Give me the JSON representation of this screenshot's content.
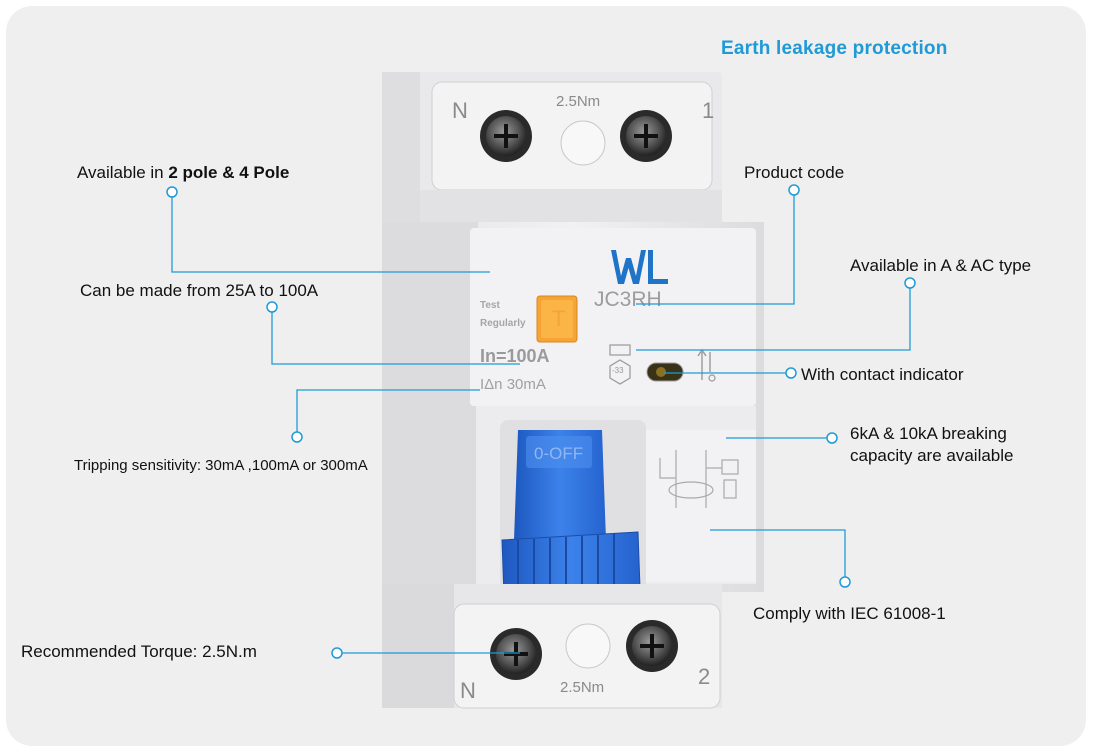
{
  "title": "Earth leakage protection",
  "callouts": {
    "poles_prefix": "Available in ",
    "poles_bold": "2 pole & 4 Pole",
    "current_range": "Can be made from  25A to 100A",
    "tripping": "Tripping sensitivity: 30mA ,100mA or 300mA",
    "torque": "Recommended  Torque: 2.5N.m",
    "product_code": "Product code",
    "type": "Available in A & AC type",
    "contact_indicator": "With contact indicator",
    "breaking_line1": "6kA & 10kA  breaking",
    "breaking_line2": "capacity are available",
    "standard": "Comply with IEC 61008-1"
  },
  "device": {
    "terminal_top_left": "N",
    "terminal_top_right": "1",
    "terminal_bottom_left": "N",
    "terminal_bottom_right": "2",
    "torque_top": "2.5Nm",
    "torque_bottom": "2.5Nm",
    "model": "JC3RH",
    "test_label_1": "Test",
    "test_label_2": "Regularly",
    "test_button": "T",
    "rating_in": "In=100A",
    "rating_idn": "IΔn 30mA",
    "lever_text": "0-OFF",
    "ring_mark": "-33"
  },
  "colors": {
    "accent": "#1f9ad6",
    "lever": "#2f6fd6",
    "test_button": "#f7a437"
  }
}
